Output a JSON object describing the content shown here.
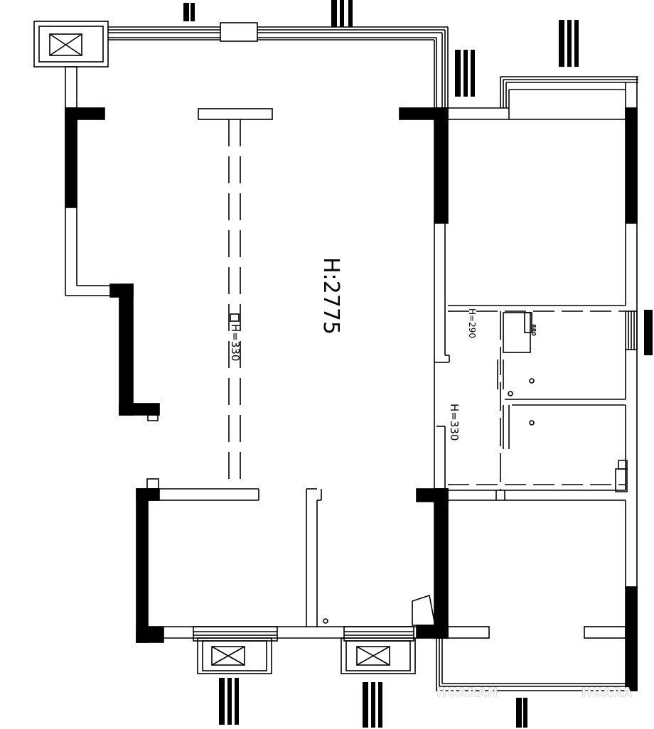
{
  "plan": {
    "height_label": "H:2775",
    "beam_labels": [
      "H=330",
      "H=290",
      "H=330"
    ],
    "tiny_marks": [
      "880"
    ],
    "watermarks": [
      "HUARAN",
      "HUARA"
    ]
  }
}
